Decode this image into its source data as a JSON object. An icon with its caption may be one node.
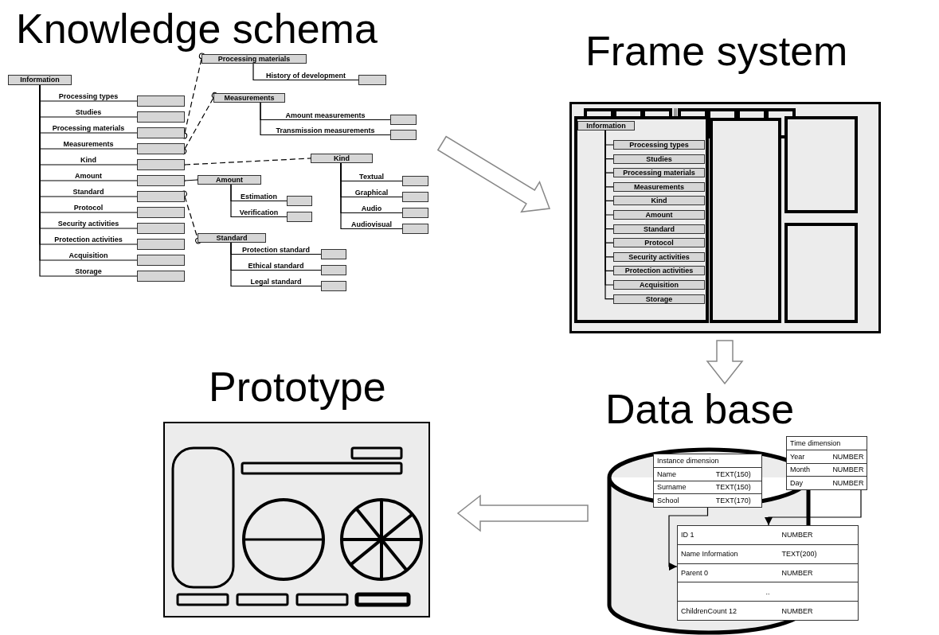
{
  "diagram": {
    "nodes": [
      {
        "text": [
          "Knowledge schema"
        ]
      },
      {
        "text": [
          "Information"
        ],
        "in": 0
      },
      {
        "text": [],
        "shape": "box",
        "in": 0
      },
      {
        "text": [],
        "shape": "box",
        "in": 0
      },
      {
        "text": [],
        "shape": "box",
        "in": 0
      },
      {
        "text": [],
        "shape": "box",
        "in": 0
      },
      {
        "text": [],
        "shape": "box",
        "in": 0
      },
      {
        "text": [],
        "shape": "box",
        "in": 0
      },
      {
        "text": [],
        "shape": "box",
        "in": 0
      },
      {
        "text": [],
        "shape": "box",
        "in": 0
      },
      {
        "text": [],
        "shape": "box",
        "in": 0
      },
      {
        "text": [],
        "shape": "box",
        "in": 0
      },
      {
        "text": [],
        "shape": "box",
        "in": 0
      },
      {
        "text": [],
        "shape": "box",
        "in": 0
      },
      {
        "text": [
          "Processing materials"
        ],
        "in": 0
      },
      {
        "text": [],
        "shape": "box",
        "in": 0
      },
      {
        "text": [
          "Measurements"
        ],
        "in": 0
      },
      {
        "text": [],
        "shape": "box",
        "in": 0
      },
      {
        "text": [],
        "shape": "box",
        "in": 0
      },
      {
        "text": [
          "Kind"
        ],
        "in": 0
      },
      {
        "text": [],
        "shape": "box",
        "in": 0
      },
      {
        "text": [],
        "shape": "box",
        "in": 0
      },
      {
        "text": [],
        "shape": "box",
        "in": 0
      },
      {
        "text": [],
        "shape": "box",
        "in": 0
      },
      {
        "text": [
          "Amount"
        ],
        "in": 0
      },
      {
        "text": [],
        "shape": "box",
        "in": 0
      },
      {
        "text": [],
        "shape": "box",
        "in": 0
      },
      {
        "text": [
          "Standard"
        ],
        "in": 0
      },
      {
        "text": [],
        "shape": "box",
        "in": 0
      },
      {
        "text": [],
        "shape": "box",
        "in": 0
      },
      {
        "text": [],
        "shape": "box",
        "in": 0
      },
      {
        "text": [
          "Frame system"
        ]
      },
      {
        "text": [
          "Information"
        ],
        "in": 31
      },
      {
        "text": [
          "Processing types"
        ],
        "in": 31
      },
      {
        "text": [
          "Studies"
        ],
        "in": 31
      },
      {
        "text": [
          "Processing materials"
        ],
        "in": 31
      },
      {
        "text": [
          "Measurements"
        ],
        "in": 31
      },
      {
        "text": [
          "Kind"
        ],
        "in": 31
      },
      {
        "text": [
          "Amount"
        ],
        "in": 31
      },
      {
        "text": [
          "Standard"
        ],
        "in": 31
      },
      {
        "text": [
          "Protocol"
        ],
        "in": 31
      },
      {
        "text": [
          "Security activities"
        ],
        "in": 31
      },
      {
        "text": [
          "Protection activities"
        ],
        "in": 31
      },
      {
        "text": [
          "Acquisition"
        ],
        "in": 31
      },
      {
        "text": [
          "Storage"
        ],
        "in": 31
      },
      {
        "text": [
          "Data base"
        ]
      },
      {
        "text": [
          "Instance dimension",
          "Name",
          "TEXT(150)",
          "Surname",
          "TEXT(150)",
          "School",
          "TEXT(170)"
        ],
        "in": 45
      },
      {
        "text": [
          "Time dimension",
          "Year",
          "NUMBER",
          "Month",
          "NUMBER",
          "Day",
          "NUMBER"
        ],
        "in": 45
      },
      {
        "text": [
          "ID 1",
          "NUMBER",
          "Name Information",
          "TEXT(200)",
          "Parent 0",
          "NUMBER",
          "..",
          "ChildrenCount 12",
          "NUMBER"
        ],
        "in": 45
      },
      {
        "text": [
          "Prototype"
        ]
      }
    ],
    "edges": [
      {
        "from": 1,
        "to": 2,
        "arrow": "none",
        "label": "Processing types"
      },
      {
        "from": 1,
        "to": 3,
        "arrow": "none",
        "label": "Studies"
      },
      {
        "from": 1,
        "to": 4,
        "arrow": "none",
        "label": "Processing materials"
      },
      {
        "from": 1,
        "to": 5,
        "arrow": "none",
        "label": "Measurements"
      },
      {
        "from": 1,
        "to": 6,
        "arrow": "none",
        "label": "Kind"
      },
      {
        "from": 1,
        "to": 7,
        "arrow": "none",
        "label": "Amount"
      },
      {
        "from": 1,
        "to": 8,
        "arrow": "none",
        "label": "Standard"
      },
      {
        "from": 1,
        "to": 9,
        "arrow": "none",
        "label": "Protocol"
      },
      {
        "from": 1,
        "to": 10,
        "arrow": "none",
        "label": "Security activities"
      },
      {
        "from": 1,
        "to": 11,
        "arrow": "none",
        "label": "Protection activities"
      },
      {
        "from": 1,
        "to": 12,
        "arrow": "none",
        "label": "Acquisition"
      },
      {
        "from": 1,
        "to": 13,
        "arrow": "none",
        "label": "Storage"
      },
      {
        "from": 14,
        "to": 15,
        "arrow": "none",
        "label": "History of development"
      },
      {
        "from": 16,
        "to": 17,
        "arrow": "none",
        "label": "Amount measurements"
      },
      {
        "from": 16,
        "to": 18,
        "arrow": "none",
        "label": "Transmission measurements"
      },
      {
        "from": 19,
        "to": 20,
        "arrow": "none",
        "label": "Textual"
      },
      {
        "from": 19,
        "to": 21,
        "arrow": "none",
        "label": "Graphical"
      },
      {
        "from": 19,
        "to": 22,
        "arrow": "none",
        "label": "Audio"
      },
      {
        "from": 19,
        "to": 23,
        "arrow": "none",
        "label": "Audiovisual"
      },
      {
        "from": 24,
        "to": 25,
        "arrow": "none",
        "label": "Estimation"
      },
      {
        "from": 24,
        "to": 26,
        "arrow": "none",
        "label": "Verification"
      },
      {
        "from": 27,
        "to": 28,
        "arrow": "none",
        "label": "Protection standard"
      },
      {
        "from": 27,
        "to": 29,
        "arrow": "none",
        "label": "Ethical standard"
      },
      {
        "from": 27,
        "to": 30,
        "arrow": "none",
        "label": "Legal standard"
      },
      {
        "from": 4,
        "to": 14,
        "arrow": "other",
        "style": "dashed"
      },
      {
        "from": 5,
        "to": 16,
        "arrow": "other",
        "style": "dashed"
      },
      {
        "from": 6,
        "to": 19,
        "arrow": "other",
        "style": "dashed"
      },
      {
        "from": 7,
        "to": 24,
        "arrow": "other"
      },
      {
        "from": 8,
        "to": 27,
        "arrow": "other",
        "style": "dashed"
      },
      {
        "from": 32,
        "to": 33,
        "arrow": "none"
      },
      {
        "from": 32,
        "to": 34,
        "arrow": "none"
      },
      {
        "from": 32,
        "to": 35,
        "arrow": "none"
      },
      {
        "from": 32,
        "to": 36,
        "arrow": "none"
      },
      {
        "from": 32,
        "to": 37,
        "arrow": "none"
      },
      {
        "from": 32,
        "to": 38,
        "arrow": "none"
      },
      {
        "from": 32,
        "to": 39,
        "arrow": "none"
      },
      {
        "from": 32,
        "to": 40,
        "arrow": "none"
      },
      {
        "from": 32,
        "to": 41,
        "arrow": "none"
      },
      {
        "from": 32,
        "to": 42,
        "arrow": "none"
      },
      {
        "from": 32,
        "to": 43,
        "arrow": "none"
      },
      {
        "from": 32,
        "to": 44,
        "arrow": "none"
      },
      {
        "from": 46,
        "to": 48,
        "arrow": "to"
      },
      {
        "from": 47,
        "to": 48,
        "arrow": "to"
      },
      {
        "from": 0,
        "to": 31,
        "arrow": "to",
        "style": "thick"
      },
      {
        "from": 31,
        "to": 45,
        "arrow": "to",
        "style": "thick"
      },
      {
        "from": 45,
        "to": 49,
        "arrow": "to",
        "style": "thick"
      }
    ]
  }
}
